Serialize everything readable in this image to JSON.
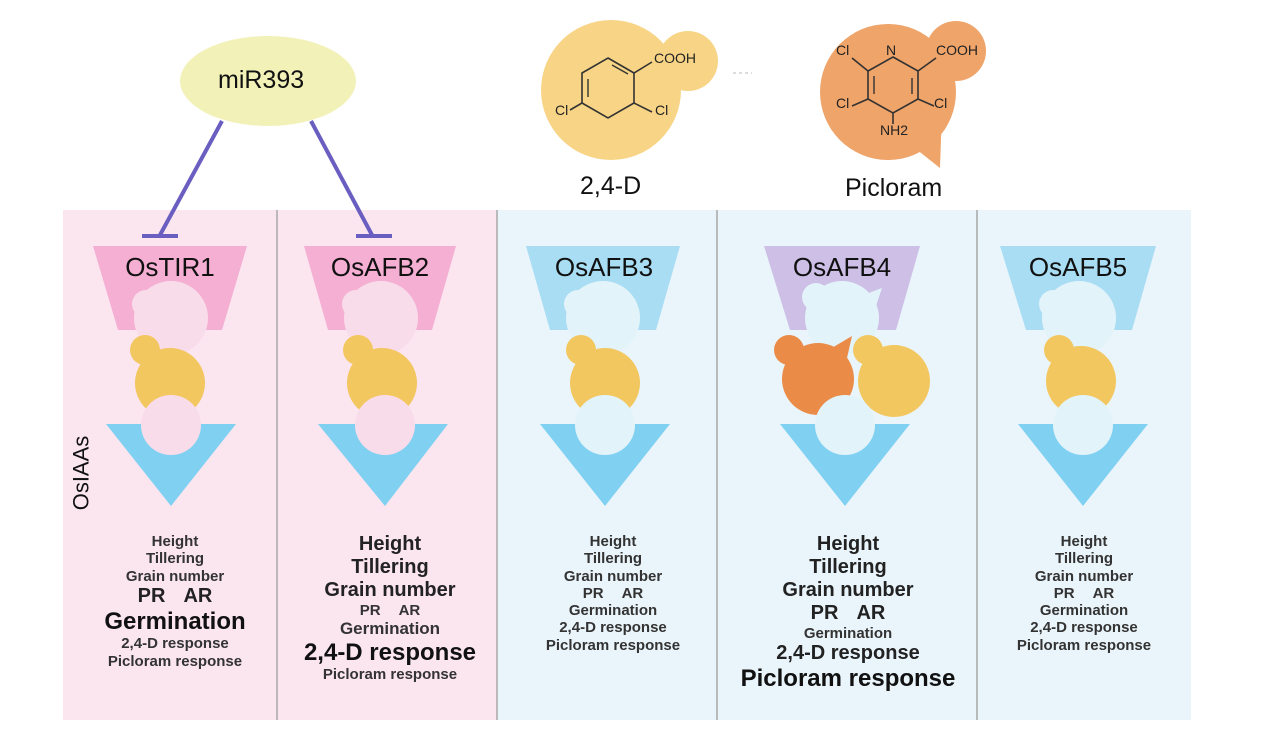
{
  "regulator": {
    "label": "miR393"
  },
  "ligands": [
    {
      "name": "2,4-D",
      "groups": [
        "COOH",
        "Cl",
        "Cl"
      ],
      "color": "#f6d27e"
    },
    {
      "name": "Picloram",
      "groups": [
        "Cl",
        "N",
        "COOH",
        "Cl",
        "Cl",
        "NH2"
      ],
      "color": "#efa46a"
    }
  ],
  "side_label": "OsIAAs",
  "receptors": [
    {
      "name": "OsTIR1",
      "traits": [
        {
          "items": [
            "Height"
          ],
          "style": "t14"
        },
        {
          "items": [
            "Tillering"
          ],
          "style": "t14"
        },
        {
          "items": [
            "Grain number"
          ],
          "style": "t14"
        },
        {
          "items": [
            "PR",
            "AR"
          ],
          "style": "t19"
        },
        {
          "items": [
            "Germination"
          ],
          "style": "t25"
        },
        {
          "items": [
            "2,4-D response"
          ],
          "style": "t14"
        },
        {
          "items": [
            "Picloram response"
          ],
          "style": "t14 dim"
        }
      ]
    },
    {
      "name": "OsAFB2",
      "traits": [
        {
          "items": [
            "Height"
          ],
          "style": "t19"
        },
        {
          "items": [
            "Tillering"
          ],
          "style": "t19"
        },
        {
          "items": [
            "Grain number"
          ],
          "style": "t19"
        },
        {
          "items": [
            "PR",
            "AR"
          ],
          "style": "t14"
        },
        {
          "items": [
            "Germination"
          ],
          "style": "t17"
        },
        {
          "items": [
            "2,4-D response"
          ],
          "style": "t25"
        },
        {
          "items": [
            "Picloram response"
          ],
          "style": "t14 dim"
        }
      ]
    },
    {
      "name": "OsAFB3",
      "traits": [
        {
          "items": [
            "Height"
          ],
          "style": "t14"
        },
        {
          "items": [
            "Tillering"
          ],
          "style": "t14 dim"
        },
        {
          "items": [
            "Grain number"
          ],
          "style": "t14"
        },
        {
          "items": [
            "PR",
            "AR"
          ],
          "style": "t14"
        },
        {
          "items": [
            "Germination"
          ],
          "style": "t14"
        },
        {
          "items": [
            "2,4-D response"
          ],
          "style": "t14"
        },
        {
          "items": [
            "Picloram response"
          ],
          "style": "t14 dim"
        }
      ]
    },
    {
      "name": "OsAFB4",
      "traits": [
        {
          "items": [
            "Height"
          ],
          "style": "t19"
        },
        {
          "items": [
            "Tillering"
          ],
          "style": "t19"
        },
        {
          "items": [
            "Grain number"
          ],
          "style": "t19"
        },
        {
          "items": [
            "PR",
            "AR"
          ],
          "style": "t19"
        },
        {
          "items": [
            "Germination"
          ],
          "style": "t14"
        },
        {
          "items": [
            "2,4-D response"
          ],
          "style": "t19"
        },
        {
          "items": [
            "Picloram response"
          ],
          "style": "t25"
        }
      ]
    },
    {
      "name": "OsAFB5",
      "traits": [
        {
          "items": [
            "Height"
          ],
          "style": "t14"
        },
        {
          "items": [
            "Tillering"
          ],
          "style": "t14 dim"
        },
        {
          "items": [
            "Grain number"
          ],
          "style": "t14"
        },
        {
          "items": [
            "PR",
            "AR"
          ],
          "style": "t14"
        },
        {
          "items": [
            "Germination"
          ],
          "style": "t14"
        },
        {
          "items": [
            "2,4-D response"
          ],
          "style": "t14"
        },
        {
          "items": [
            "Picloram response"
          ],
          "style": "t14 dim"
        }
      ]
    }
  ],
  "colors": {
    "mir393_fill": "#f2f1b8",
    "inhibition_line": "#6a5fc1",
    "pink_panel": "#fbe6f0",
    "blue_panel": "#eaf5fb",
    "pink_receptor": "#f4afd3",
    "blue_receptor": "#a9ddf4",
    "purple_receptor": "#cdbfe6",
    "iaa_triangle": "#7fd0f1",
    "auxin_2_4_d": "#f3c760",
    "auxin_picloram": "#ea8c48"
  }
}
